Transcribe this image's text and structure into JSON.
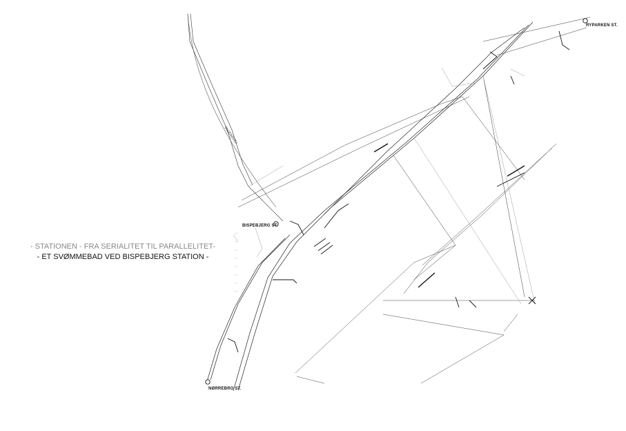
{
  "title": {
    "line1": "- STATIONEN - FRA SERIALITET TIL PARALLELITET-",
    "line2": "- ET SVØMMEBAD VED BISPEBJERG STATION -"
  },
  "stations": [
    {
      "id": "ryparken",
      "label": "RYPARKEN ST."
    },
    {
      "id": "bispebjerg",
      "label": "BISPEBJERG ST."
    },
    {
      "id": "norrebro",
      "label": "NØRREBRO ST."
    }
  ],
  "roads": [
    {
      "id": "tagensvej",
      "label": "TAGENSVEJ"
    }
  ],
  "colors": {
    "line": "#222222",
    "faint_line": "#9a9a9a",
    "background": "#ffffff"
  }
}
